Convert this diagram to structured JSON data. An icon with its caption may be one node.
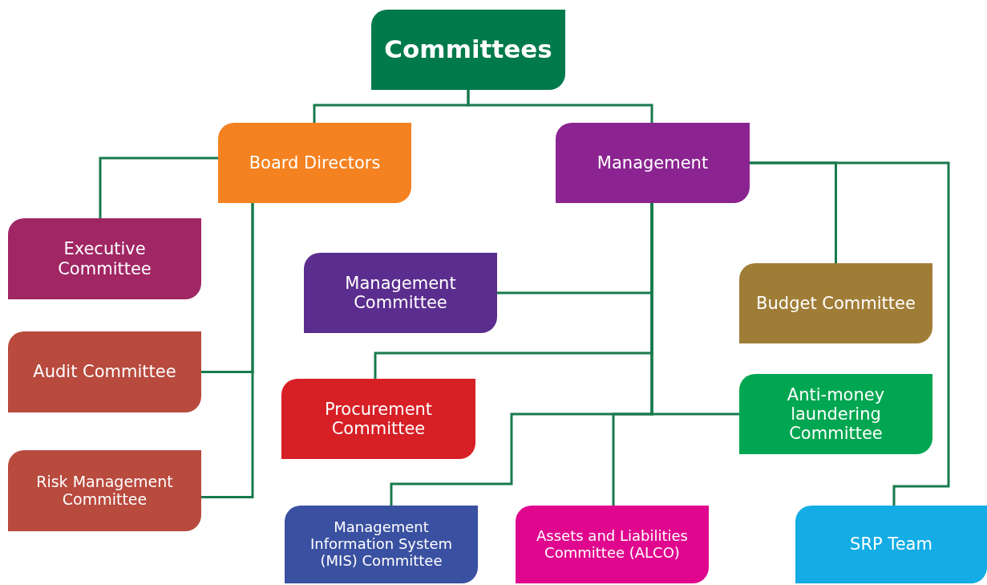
{
  "diagram": {
    "nodes": [
      {
        "text": [
          "Committees"
        ]
      },
      {
        "text": [
          "Board Directors"
        ]
      },
      {
        "text": [
          "Management"
        ]
      },
      {
        "text": [
          "Executive Committee"
        ]
      },
      {
        "text": [
          "Audit Committee"
        ]
      },
      {
        "text": [
          "Risk Management Committee"
        ]
      },
      {
        "text": [
          "Management Committee"
        ]
      },
      {
        "text": [
          "Budget Committee"
        ]
      },
      {
        "text": [
          "Procurement Committee"
        ]
      },
      {
        "text": [
          "Anti-money laundering Committee"
        ]
      },
      {
        "text": [
          "Management Information System (MIS) Committee"
        ]
      },
      {
        "text": [
          "Assets and Liabilities Committee (ALCO)"
        ]
      },
      {
        "text": [
          "SRP Team"
        ]
      }
    ],
    "edges": [
      {
        "from": 0,
        "to": 1,
        "arrow": "none"
      },
      {
        "from": 0,
        "to": 2,
        "arrow": "none"
      },
      {
        "from": 1,
        "to": 3,
        "arrow": "none"
      },
      {
        "from": 1,
        "to": 4,
        "arrow": "none"
      },
      {
        "from": 1,
        "to": 5,
        "arrow": "none"
      },
      {
        "from": 2,
        "to": 6,
        "arrow": "none"
      },
      {
        "from": 2,
        "to": 7,
        "arrow": "none"
      },
      {
        "from": 2,
        "to": 8,
        "arrow": "none"
      },
      {
        "from": 2,
        "to": 9,
        "arrow": "none"
      },
      {
        "from": 2,
        "to": 10,
        "arrow": "none"
      },
      {
        "from": 2,
        "to": 11,
        "arrow": "none"
      },
      {
        "from": 2,
        "to": 12,
        "arrow": "none"
      }
    ]
  }
}
